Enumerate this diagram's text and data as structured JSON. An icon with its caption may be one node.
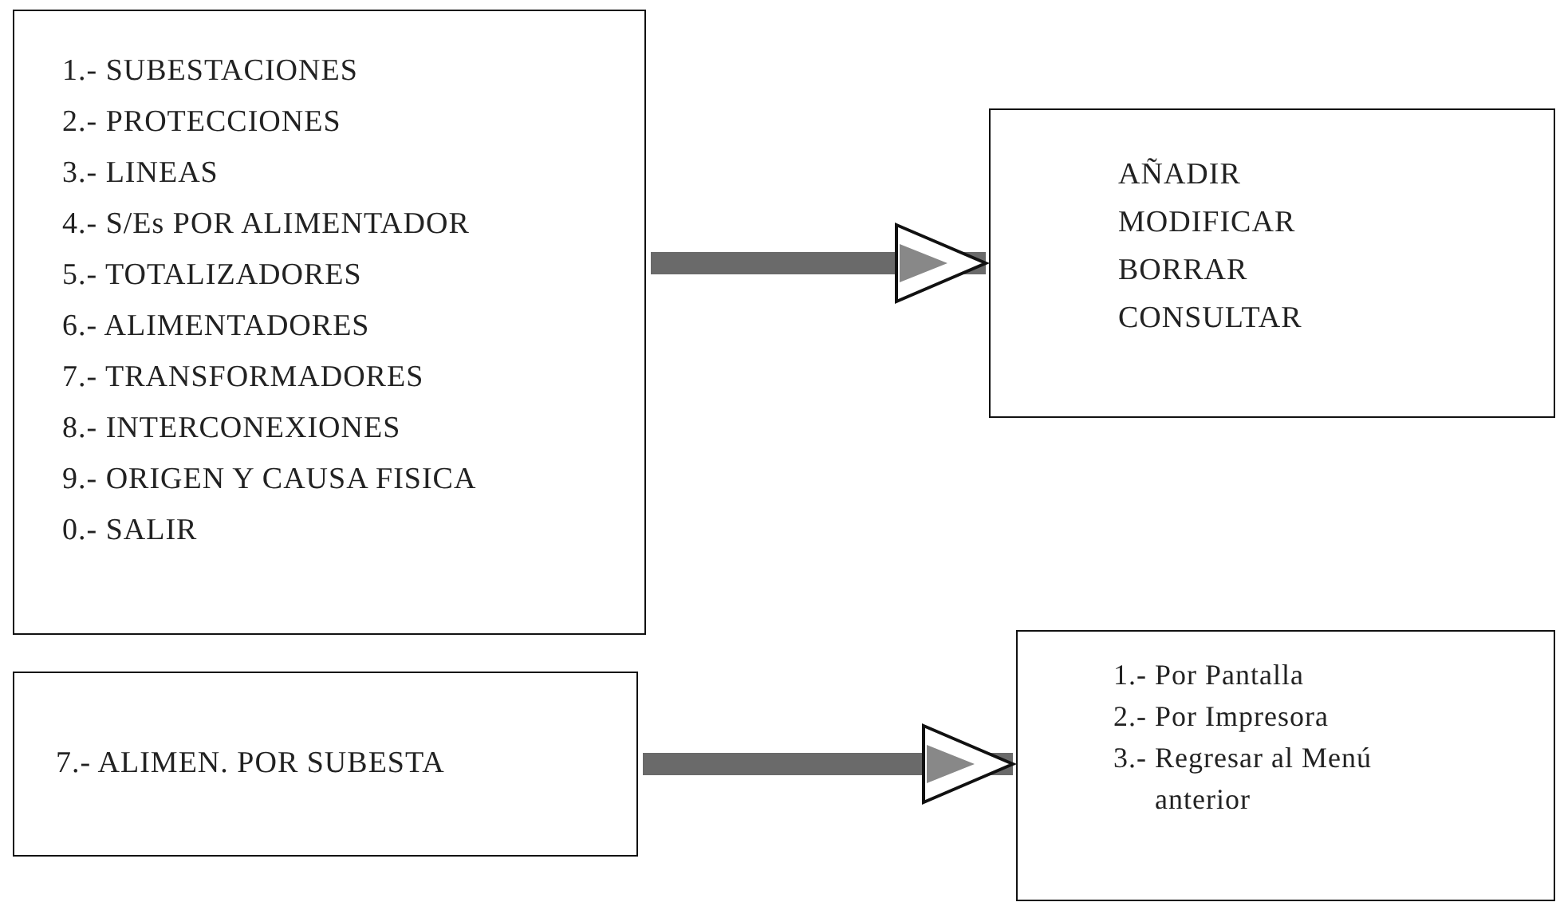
{
  "diagram": {
    "nodes": [
      {
        "text": [
          "1.- SUBESTACIONES",
          "2.- PROTECCIONES",
          "3.- LINEAS",
          "4.- S/Es POR ALIMENTADOR",
          "5.- TOTALIZADORES",
          "6.- ALIMENTADORES",
          "7.- TRANSFORMADORES",
          "8.- INTERCONEXIONES",
          "9.- ORIGEN Y CAUSA FISICA",
          "0.- SALIR"
        ]
      },
      {
        "text": [
          "AÑADIR",
          "MODIFICAR",
          "BORRAR",
          "CONSULTAR"
        ]
      },
      {
        "text": [
          "7.- ALIMEN. POR SUBESTA"
        ]
      },
      {
        "text": [
          "1.- Por Pantalla",
          "2.- Por Impresora",
          "3.- Regresar al Menú anterior"
        ]
      }
    ],
    "edges": [
      {
        "from": 0,
        "to": 1,
        "arrow": "to"
      },
      {
        "from": 2,
        "to": 3,
        "arrow": "to"
      }
    ]
  }
}
